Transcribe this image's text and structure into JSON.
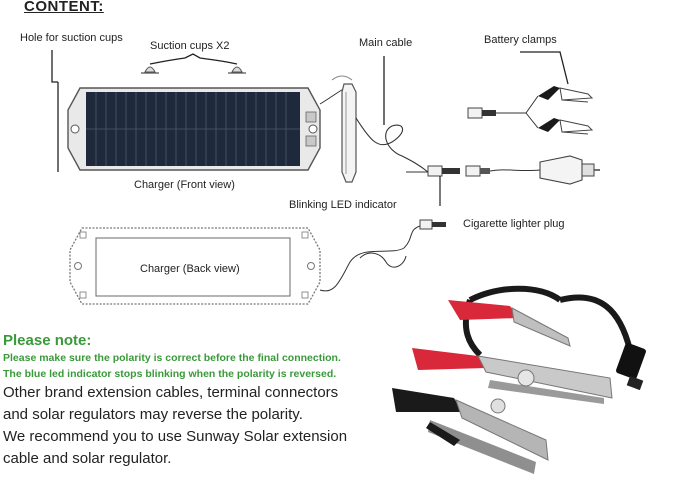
{
  "heading": "CONTENT:",
  "labels": {
    "suction_hole": "Hole for suction cups",
    "suction_cups": "Suction cups X2",
    "main_cable": "Main cable",
    "battery_clamps": "Battery clamps",
    "front_view": "Charger (Front view)",
    "led_indicator": "Blinking LED indicator",
    "lighter_plug": "Cigarette lighter plug",
    "back_view": "Charger (Back view)"
  },
  "note": {
    "title": "Please note:",
    "lines": [
      "Please make sure the polarity is correct before the final connection.",
      "The blue led indicator stops blinking when the polarity is reversed."
    ]
  },
  "body": [
    "Other brand extension cables, terminal connectors",
    "and solar regulators may reverse the polarity.",
    "We recommend you to use Sunway Solar extension",
    "cable and solar regulator."
  ],
  "colors": {
    "note_green": "#3a9a3a",
    "clamp_red": "#d8283a",
    "clamp_black": "#1a1a1a",
    "panel_blue": "#1e2a3c",
    "frame_gray": "#bdbdbd"
  }
}
